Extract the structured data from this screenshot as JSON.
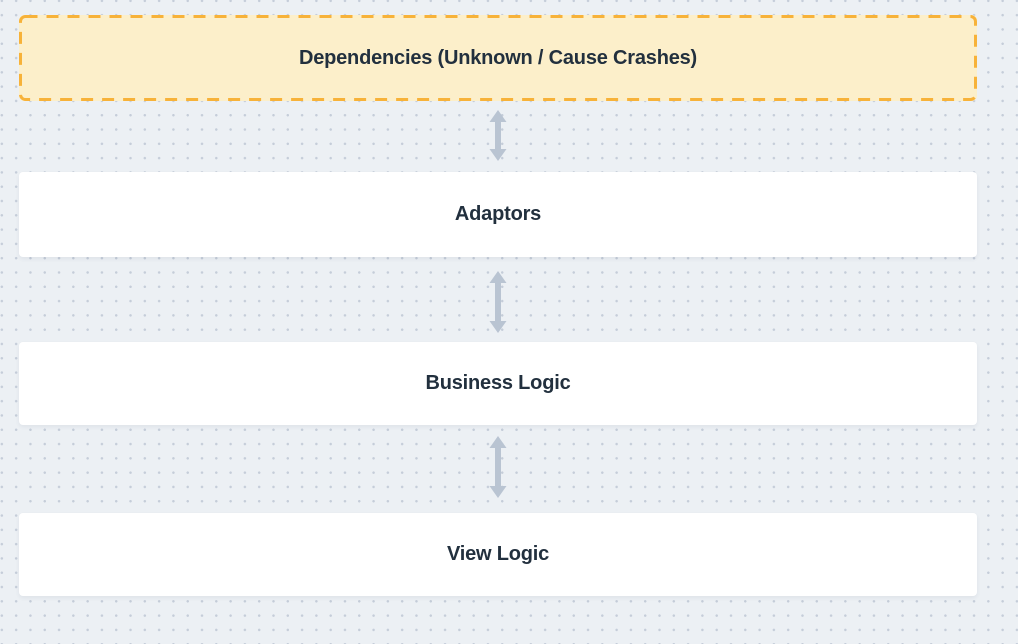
{
  "diagram": {
    "layers": [
      {
        "label": "Dependencies (Unknown / Cause Crashes)",
        "style": "warning-dashed"
      },
      {
        "label": "Adaptors",
        "style": "card"
      },
      {
        "label": "Business Logic",
        "style": "card"
      },
      {
        "label": "View Logic",
        "style": "card"
      }
    ],
    "connectors": [
      {
        "type": "double-headed-vertical-arrow",
        "between": [
          "Dependencies (Unknown / Cause Crashes)",
          "Adaptors"
        ]
      },
      {
        "type": "double-headed-vertical-arrow",
        "between": [
          "Adaptors",
          "Business Logic"
        ]
      },
      {
        "type": "double-headed-vertical-arrow",
        "between": [
          "Business Logic",
          "View Logic"
        ]
      }
    ],
    "colors": {
      "canvas_background": "#ECF0F4",
      "dot_grid": "#C5CDD9",
      "dependencies_fill": "#FCEFCA",
      "dependencies_border": "#F7B239",
      "card_fill": "#FFFFFF",
      "label_text": "#22303E",
      "arrow": "#B9C4D2"
    }
  }
}
